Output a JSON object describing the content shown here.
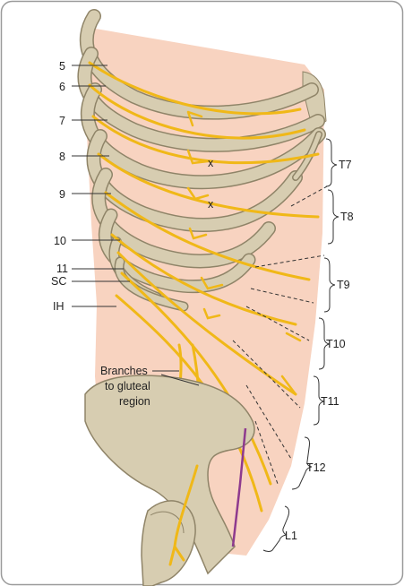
{
  "colors": {
    "skin": "#f8d3c0",
    "bone": "#d7cdb1",
    "bone_dark": "#b9ad8c",
    "bone_outline": "#8f8468",
    "nerve": "#f0b818",
    "nerve_dark": "#c7900a",
    "artery": "#8e3a8e",
    "line": "#333333"
  },
  "left_labels": [
    "5",
    "6",
    "7",
    "8",
    "9",
    "10",
    "11",
    "SC",
    "IH"
  ],
  "right_labels": [
    "T7",
    "T8",
    "T9",
    "T10",
    "T11",
    "T12",
    "L1"
  ],
  "marks": [
    "x",
    "x"
  ],
  "annotation": [
    "Branches",
    "to gluteal",
    "region"
  ]
}
